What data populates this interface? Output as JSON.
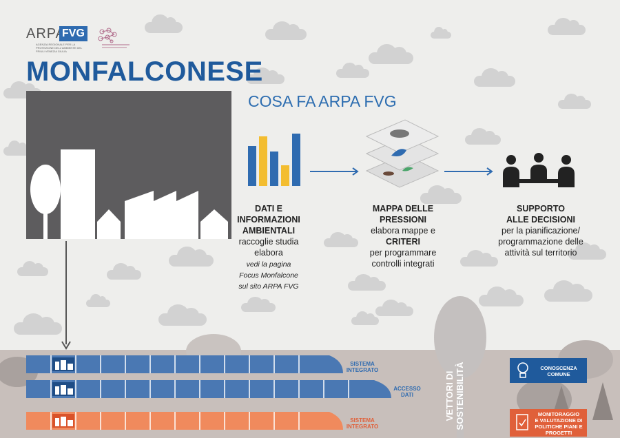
{
  "header": {
    "logo_brand": "ARPA FVG",
    "logo_brand_left": "ARPA",
    "logo_brand_right": "FVG",
    "logo_subtitle": "AGENZIA REGIONALE PER LA PROTEZIONE DELL'AMBIENTE DEL FRIULI VENEZIA GIULIA",
    "title": "MONFALCONESE"
  },
  "section": {
    "heading": "COSA FA ARPA FVG"
  },
  "steps": [
    {
      "title_line1": "DATI E",
      "title_line2": "INFORMAZIONI",
      "title_line3": "AMBIENTALI",
      "desc_line1": "raccoglie studia",
      "desc_line2": "elabora",
      "note_line1": "vedi la pagina",
      "note_line2": "Focus Monfalcone",
      "note_line3": "sul sito ARPA FVG"
    },
    {
      "title_line1": "MAPPA DELLE",
      "title_line2": "PRESSIONI",
      "desc_line1": "elabora mappe e",
      "desc_bold": "CRITERI",
      "desc_line2": "per programmare",
      "desc_line3": "controlli integrati"
    },
    {
      "title_line1": "SUPPORTO",
      "title_line2": "ALLE DECISIONI",
      "desc_line1": "per la pianificazione/",
      "desc_line2": "programmazione delle",
      "desc_line3": "attività sul territorio"
    }
  ],
  "trains": [
    {
      "label_line1": "SISTEMA",
      "label_line2": "INTEGRATO",
      "color": "#4a78b3"
    },
    {
      "label_line1": "ACCESSO",
      "label_line2": "DATI",
      "color": "#4a78b3"
    },
    {
      "label_line1": "SISTEMA",
      "label_line2": "INTEGRATO",
      "color": "#f08a5d"
    }
  ],
  "vettori": {
    "line1": "VETTORI DI",
    "line2": "SOSTENIBILITÀ"
  },
  "boxes": [
    {
      "line1": "CONOSCENZA",
      "line2": "COMUNE",
      "color": "#1f5a9c"
    },
    {
      "line1": "MONITORAGGIO",
      "line2": "E VALUTAZIONE DI",
      "line3": "POLITICHE PIANI E",
      "line4": "PROGETTI",
      "color": "#e0603a"
    }
  ],
  "colors": {
    "primary_blue": "#1f5a9c",
    "bar_blue": "#2f6bb0",
    "bar_yellow": "#f3bd30",
    "dark_gray": "#5d5c5e",
    "orange": "#f08a5d"
  },
  "icons": {
    "chart": "bar-chart-icon",
    "layers": "map-layers-icon",
    "meeting": "meeting-people-icon",
    "bulb": "lightbulb-icon",
    "checklist": "checklist-icon"
  }
}
